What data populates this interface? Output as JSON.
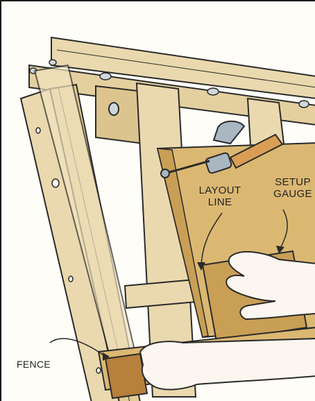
{
  "labels": {
    "layout_line": [
      "LAYOUT",
      "LINE"
    ],
    "setup_gauge": [
      "SETUP",
      "GAUGE"
    ],
    "fence": "FENCE"
  },
  "colors": {
    "wood": "#ead9ae",
    "wood_dark": "#d6bf8a",
    "panel": "#dbb872",
    "panel_dark": "#c99f55",
    "ink": "#2a2a2a",
    "skin": "#fbf6ef",
    "clamp": "#a9b7c2"
  }
}
